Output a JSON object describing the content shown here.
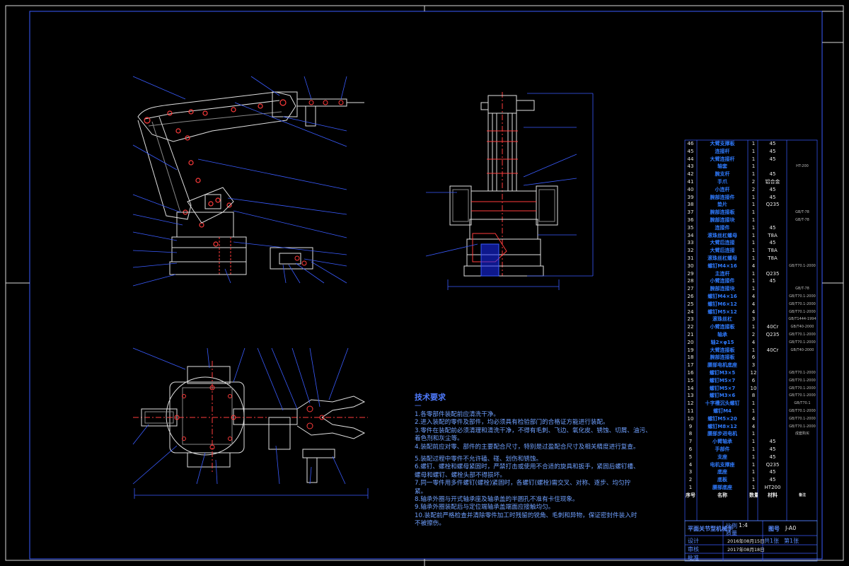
{
  "drawing": {
    "bom_rows": [
      {
        "no": "46",
        "name": "大臂支撑板",
        "qty": "1",
        "mat": "45",
        "note": ""
      },
      {
        "no": "45",
        "name": "连接杆",
        "qty": "1",
        "mat": "45",
        "note": ""
      },
      {
        "no": "44",
        "name": "大臂连接杆",
        "qty": "1",
        "mat": "45",
        "note": ""
      },
      {
        "no": "43",
        "name": "轴套",
        "qty": "1",
        "mat": "",
        "note": "HT-200"
      },
      {
        "no": "42",
        "name": "腕支杆",
        "qty": "1",
        "mat": "45",
        "note": ""
      },
      {
        "no": "41",
        "name": "手爪",
        "qty": "2",
        "mat": "铝合金",
        "note": ""
      },
      {
        "no": "40",
        "name": "小连杆",
        "qty": "2",
        "mat": "45",
        "note": ""
      },
      {
        "no": "39",
        "name": "腕部连接件",
        "qty": "1",
        "mat": "45",
        "note": ""
      },
      {
        "no": "38",
        "name": "垫片",
        "qty": "1",
        "mat": "Q235",
        "note": ""
      },
      {
        "no": "37",
        "name": "腕部连接板",
        "qty": "1",
        "mat": "",
        "note": "GB/T-78"
      },
      {
        "no": "36",
        "name": "腕部连接块",
        "qty": "1",
        "mat": "",
        "note": "GB/T-78"
      },
      {
        "no": "35",
        "name": "连接件",
        "qty": "1",
        "mat": "45",
        "note": ""
      },
      {
        "no": "34",
        "name": "滚珠丝杠螺母",
        "qty": "1",
        "mat": "T8A",
        "note": ""
      },
      {
        "no": "33",
        "name": "大臂后连接",
        "qty": "1",
        "mat": "45",
        "note": ""
      },
      {
        "no": "32",
        "name": "大臂后连接",
        "qty": "1",
        "mat": "T8A",
        "note": ""
      },
      {
        "no": "31",
        "name": "滚珠丝杠螺母",
        "qty": "1",
        "mat": "T8A",
        "note": ""
      },
      {
        "no": "30",
        "name": "螺钉M4×16",
        "qty": "4",
        "mat": "",
        "note": "GB/T70.1-2000"
      },
      {
        "no": "29",
        "name": "主连杆",
        "qty": "1",
        "mat": "Q235",
        "note": ""
      },
      {
        "no": "28",
        "name": "小臂连接件",
        "qty": "1",
        "mat": "45",
        "note": ""
      },
      {
        "no": "27",
        "name": "腕部连接块",
        "qty": "1",
        "mat": "",
        "note": "GB/T-78"
      },
      {
        "no": "26",
        "name": "螺钉M4×16",
        "qty": "4",
        "mat": "",
        "note": "GB/T70.1-2000"
      },
      {
        "no": "25",
        "name": "螺钉M6×12",
        "qty": "4",
        "mat": "",
        "note": "GB/T70.1-2000"
      },
      {
        "no": "24",
        "name": "螺钉M5×12",
        "qty": "4",
        "mat": "",
        "note": "GB/T70.1-2000"
      },
      {
        "no": "23",
        "name": "滚珠丝杠",
        "qty": "3",
        "mat": "",
        "note": "GB/T1444-1994"
      },
      {
        "no": "22",
        "name": "小臂连接板",
        "qty": "1",
        "mat": "40Cr",
        "note": "GB/T40-2000"
      },
      {
        "no": "21",
        "name": "轴承",
        "qty": "2",
        "mat": "Q235",
        "note": "GB/T70.1-2000"
      },
      {
        "no": "20",
        "name": "轴2×φ15",
        "qty": "4",
        "mat": "",
        "note": "GB/T70.1-2000"
      },
      {
        "no": "19",
        "name": "大臂连接板",
        "qty": "1",
        "mat": "40Cr",
        "note": "GB/T40-2000"
      },
      {
        "no": "18",
        "name": "腕部连接板",
        "qty": "6",
        "mat": "",
        "note": ""
      },
      {
        "no": "17",
        "name": "腰部电机底座",
        "qty": "3",
        "mat": "",
        "note": ""
      },
      {
        "no": "16",
        "name": "螺钉M3×5",
        "qty": "12",
        "mat": "",
        "note": "GB/T70.1-2000"
      },
      {
        "no": "15",
        "name": "螺钉M5×7",
        "qty": "6",
        "mat": "",
        "note": "GB/T70.1-2000"
      },
      {
        "no": "14",
        "name": "螺钉M5×7",
        "qty": "10",
        "mat": "",
        "note": "GB/T70.1-2000"
      },
      {
        "no": "13",
        "name": "螺钉M3×6",
        "qty": "8",
        "mat": "",
        "note": "GB/T70.1-2000"
      },
      {
        "no": "12",
        "name": "十字槽沉头螺钉",
        "qty": "1",
        "mat": "",
        "note": "GB/T70.1"
      },
      {
        "no": "11",
        "name": "螺钉M4",
        "qty": "1",
        "mat": "",
        "note": "GB/T70.1-2000"
      },
      {
        "no": "10",
        "name": "螺钉M5×20",
        "qty": "4",
        "mat": "",
        "note": "GB/T70.1-2000"
      },
      {
        "no": "9",
        "name": "螺钉M8×12",
        "qty": "4",
        "mat": "",
        "note": "GB/T70.1-2000"
      },
      {
        "no": "8",
        "name": "腰部步进电机",
        "qty": "1",
        "mat": "",
        "note": "成套购买"
      },
      {
        "no": "7",
        "name": "小臂轴承",
        "qty": "1",
        "mat": "45",
        "note": ""
      },
      {
        "no": "6",
        "name": "手部件",
        "qty": "1",
        "mat": "45",
        "note": ""
      },
      {
        "no": "5",
        "name": "支座",
        "qty": "1",
        "mat": "45",
        "note": ""
      },
      {
        "no": "4",
        "name": "电机支撑座",
        "qty": "1",
        "mat": "Q235",
        "note": ""
      },
      {
        "no": "3",
        "name": "底座",
        "qty": "1",
        "mat": "45",
        "note": ""
      },
      {
        "no": "2",
        "name": "底板",
        "qty": "1",
        "mat": "45",
        "note": ""
      },
      {
        "no": "1",
        "name": "腰部底座",
        "qty": "1",
        "mat": "HT200",
        "note": ""
      }
    ],
    "bom_header": {
      "no": "序号",
      "name": "名称",
      "qty": "数量",
      "mat": "材料",
      "note": "备注"
    },
    "title_block": {
      "title": "平面关节型机械手",
      "scale_label": "比例",
      "scale": "1:4",
      "weight_label": "质量",
      "sheet_label": "图号",
      "sheet": "J-A0",
      "designer_label": "设计",
      "designer": "2016年08月15日",
      "checker_label": "审核",
      "checker": "2017年08月18日",
      "approver_label": "批准",
      "total_label": "共1张",
      "page_label": "第1张"
    },
    "notes": {
      "heading": "技术要求",
      "subheading": "一",
      "lines": [
        "1.各零部件装配前应清洗干净。",
        "2.进入装配的零件及部件，均必须具有检验部门的合格证方能进行装配。",
        "3.零件在装配前必须清理和清洗干净，不得有毛刺、飞边、氧化皮、锈蚀、切屑、油污、",
        "着色剂和灰尘等。",
        "4.装配前应对零、部件的主要配合尺寸，特别是过盈配合尺寸及相关精度进行复查。",
        "",
        "5.装配过程中零件不允许磕、碰、划伤和锈蚀。",
        "6.螺钉、螺栓和螺母紧固时，严禁打击或使用不合适的旋具和扳手，紧固后螺钉槽、",
        "螺母和螺钉、螺栓头部不得损坏。",
        "7.同一零件用多件螺钉(螺栓)紧固时，各螺钉(螺栓)需交叉、对称、逐步、均匀拧",
        "紧。",
        "8.轴承外圈与开式轴承座及轴承盖的半圆孔不准有卡住现象。",
        "9.轴承外圈装配后与定位端轴承盖端面应接触均匀。",
        "10.装配前严格检查并清除零件加工时残留的锐角、毛刺和异物，保证密封件装入时",
        "不被擦伤。"
      ]
    }
  }
}
